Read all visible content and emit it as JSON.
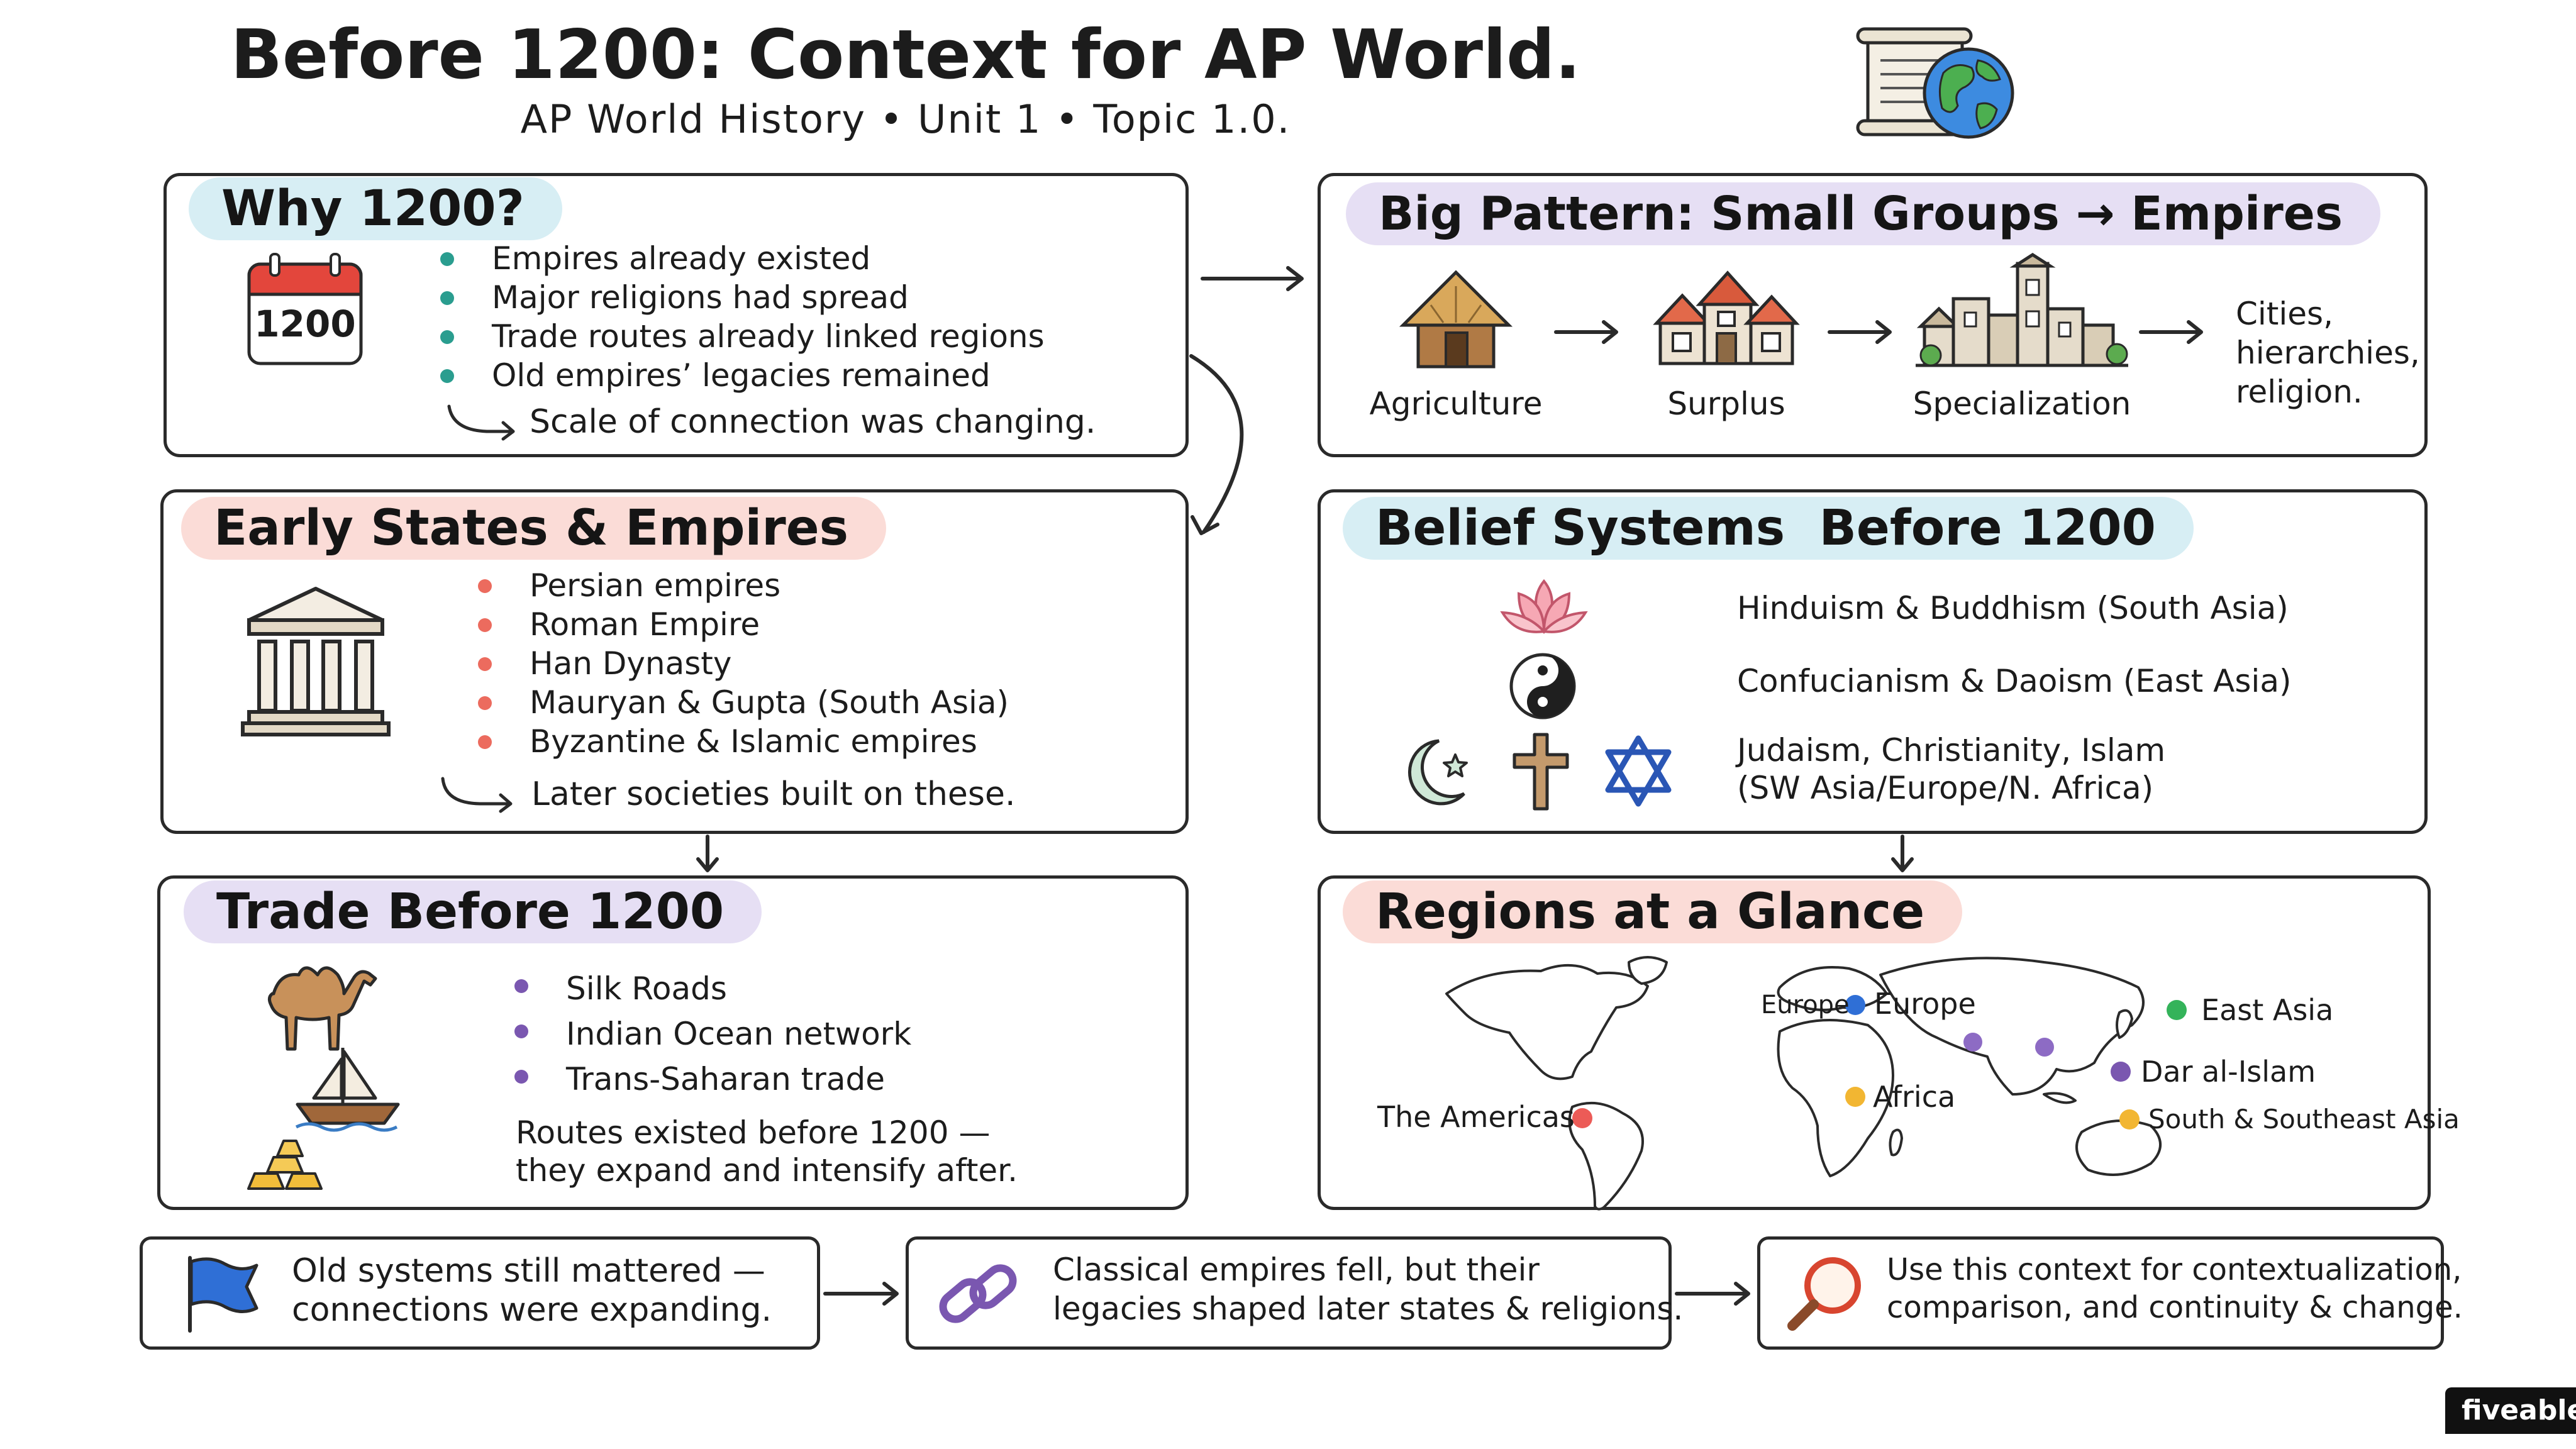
{
  "title": "Before 1200: Context for AP World.",
  "subtitle": "AP World History • Unit 1 • Topic 1.0.",
  "why": {
    "heading": "Why 1200?",
    "calendar_label": "1200",
    "bullets": [
      "Empires already existed",
      "Major religions had spread",
      "Trade routes already linked regions",
      "Old empires’ legacies remained"
    ],
    "note": "Scale of connection was changing."
  },
  "pattern": {
    "heading": "Big Pattern: Small Groups → Empires",
    "steps": [
      "Agriculture",
      "Surplus",
      "Specialization"
    ],
    "result": [
      "Cities,",
      "hierarchies,",
      "religion."
    ]
  },
  "states": {
    "heading": "Early States & Empires",
    "bullets": [
      "Persian empires",
      "Roman Empire",
      "Han Dynasty",
      "Mauryan & Gupta (South Asia)",
      "Byzantine & Islamic empires"
    ],
    "note": "Later societies built on these."
  },
  "beliefs": {
    "heading": "Belief Systems  Before 1200",
    "rows": [
      "Hinduism & Buddhism (South Asia)",
      "Confucianism & Daoism (East Asia)",
      "Judaism, Christianity, Islam",
      "(SW Asia/Europe/N. Africa)"
    ]
  },
  "trade": {
    "heading": "Trade Before 1200",
    "bullets": [
      "Silk Roads",
      "Indian Ocean network",
      "Trans-Saharan trade"
    ],
    "note": [
      "Routes existed before 1200 —",
      "they expand and intensify after."
    ]
  },
  "regions": {
    "heading": "Regions at a Glance",
    "labels": {
      "europe_a": "Europe",
      "europe_b": "Europe",
      "east_asia": "East Asia",
      "dar": "Dar al-Islam",
      "africa": "Africa",
      "americas": "The Americas",
      "south_asia": "South & Southeast Asia"
    }
  },
  "footer": [
    [
      "Old systems still mattered —",
      "connections were expanding."
    ],
    [
      "Classical empires fell, but their",
      "legacies shaped later states & religions."
    ],
    [
      "Use this context for contextualization,",
      "comparison, and continuity & change."
    ]
  ],
  "brand": "fiveable",
  "colors": {
    "teal": "#2a9d8f",
    "coral": "#ec6b5e",
    "purple": "#7a57b0",
    "blue": "#2f6fd6",
    "green": "#34b35a",
    "yellow": "#f2b632",
    "red": "#ec5b57"
  }
}
